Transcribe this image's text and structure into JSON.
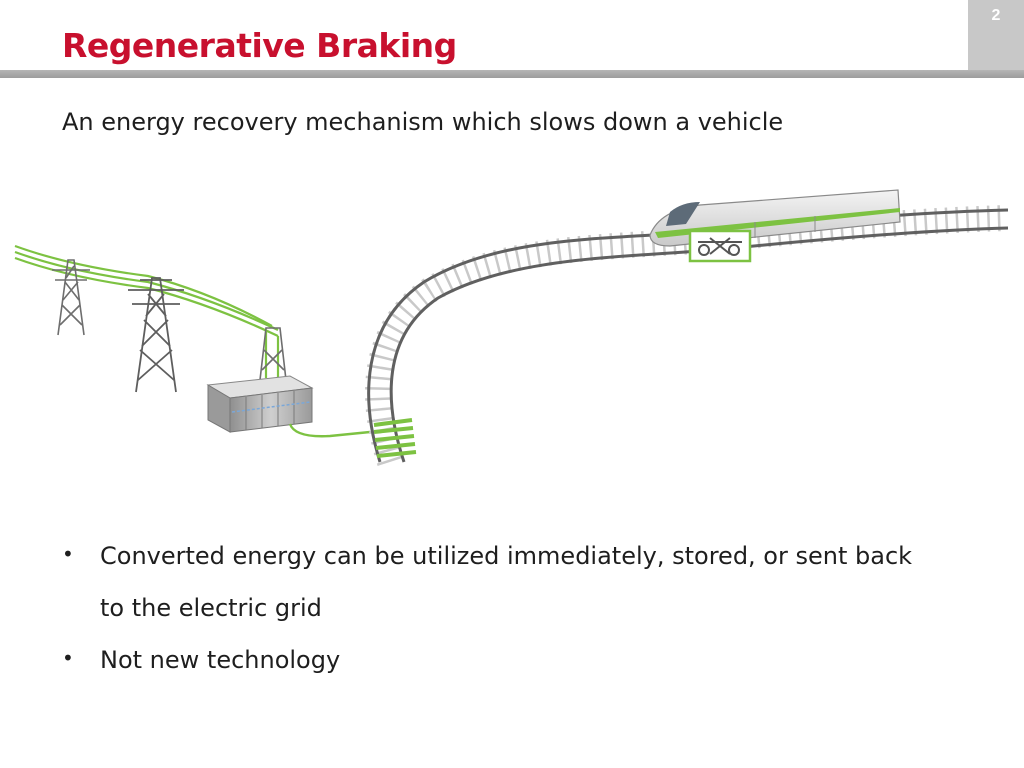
{
  "slide": {
    "number": "2",
    "title": "Regenerative Braking",
    "subtitle": "An energy recovery mechanism which slows down a vehicle"
  },
  "bullets": [
    {
      "lines": [
        "Converted energy can be utilized immediately, stored, or sent back",
        "to the electric grid"
      ]
    },
    {
      "lines": [
        "Not new technology"
      ]
    }
  ],
  "colors": {
    "title": "#c8102e",
    "accent_green": "#7dc242",
    "rule_gray": "#a6a6a6",
    "number_box": "#c8c8c8"
  },
  "illustration": {
    "icons": [
      "power-pylon-icon",
      "substation-box-icon",
      "railway-track-icon",
      "train-icon",
      "bogie-highlight-icon"
    ]
  }
}
